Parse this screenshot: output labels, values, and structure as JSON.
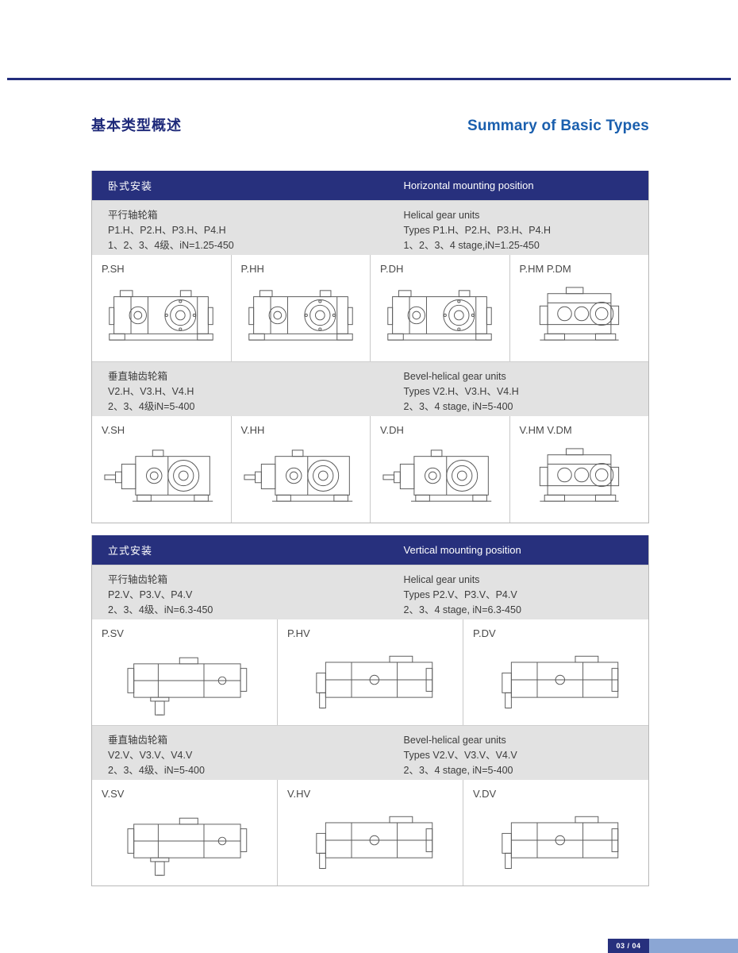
{
  "page": {
    "title_zh": "基本类型概述",
    "title_en": "Summary of Basic Types",
    "page_number": "03 / 04"
  },
  "tables": [
    {
      "header_zh": "卧式安装",
      "header_en": "Horizontal mounting position",
      "sections": [
        {
          "info_zh": [
            "平行轴轮箱",
            "P1.H、P2.H、P3.H、P4.H",
            "1、2、3、4级、iN=1.25-450"
          ],
          "info_en": [
            "Helical gear units",
            "Types P1.H、P2.H、P3.H、P4.H",
            "1、2、3、4 stage,iN=1.25-450"
          ],
          "cells": [
            {
              "label": "P.SH",
              "drawing": "helical-gearbox-front-drawing"
            },
            {
              "label": "P.HH",
              "drawing": "helical-gearbox-front-drawing"
            },
            {
              "label": "P.DH",
              "drawing": "helical-gearbox-front-drawing"
            },
            {
              "label": "P.HM P.DM",
              "drawing": "gearbox-end-view-drawing"
            }
          ]
        },
        {
          "info_zh": [
            "垂直轴齿轮箱",
            "V2.H、V3.H、V4.H",
            "2、3、4级iN=5-400"
          ],
          "info_en": [
            "Bevel-helical gear units",
            "Types V2.H、V3.H、V4.H",
            "2、3、4 stage, iN=5-400"
          ],
          "cells": [
            {
              "label": "V.SH",
              "drawing": "bevel-helical-gearbox-drawing"
            },
            {
              "label": "V.HH",
              "drawing": "bevel-helical-gearbox-drawing"
            },
            {
              "label": "V.DH",
              "drawing": "bevel-helical-gearbox-drawing"
            },
            {
              "label": "V.HM V.DM",
              "drawing": "gearbox-end-view-drawing"
            }
          ]
        }
      ]
    },
    {
      "header_zh": "立式安装",
      "header_en": "Vertical mounting position",
      "sections": [
        {
          "info_zh": [
            "平行轴齿轮箱",
            "P2.V、P3.V、P4.V",
            "2、3、4级、iN=6.3-450"
          ],
          "info_en": [
            "Helical gear units",
            "Types P2.V、P3.V、P4.V",
            "2、3、4 stage, iN=6.3-450"
          ],
          "cells": [
            {
              "label": "P.SV",
              "drawing": "vertical-gearbox-shaft-down-drawing"
            },
            {
              "label": "P.HV",
              "drawing": "vertical-gearbox-side-drawing"
            },
            {
              "label": "P.DV",
              "drawing": "vertical-gearbox-side-drawing"
            }
          ]
        },
        {
          "info_zh": [
            "垂直轴齿轮箱",
            "V2.V、V3.V、V4.V",
            "2、3、4级、iN=5-400"
          ],
          "info_en": [
            "Bevel-helical gear units",
            "Types V2.V、V3.V、V4.V",
            "2、3、4 stage, iN=5-400"
          ],
          "cells": [
            {
              "label": "V.SV",
              "drawing": "vertical-gearbox-shaft-down-drawing"
            },
            {
              "label": "V.HV",
              "drawing": "vertical-gearbox-side-drawing"
            },
            {
              "label": "V.DV",
              "drawing": "vertical-gearbox-side-drawing"
            }
          ]
        }
      ]
    }
  ],
  "colors": {
    "header_navy": "#27307d",
    "title_blue": "#1a5fae",
    "info_gray": "#e2e2e2",
    "footer_strip_blue": "#8ba6d4"
  }
}
